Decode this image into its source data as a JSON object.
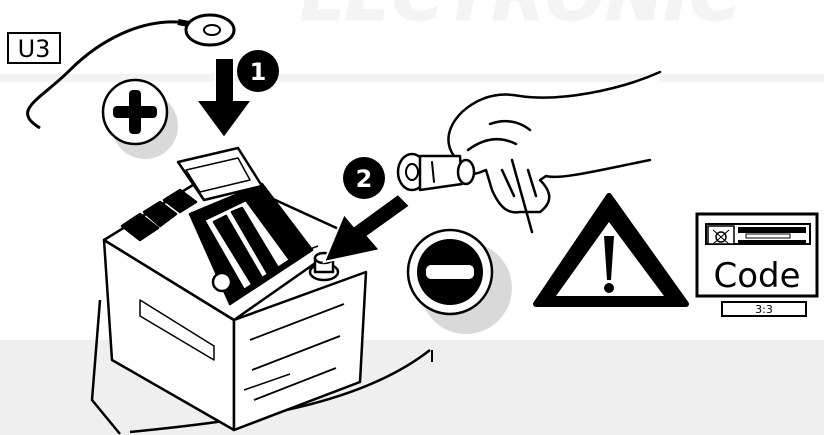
{
  "figure": {
    "step_label": "U3",
    "steps": [
      {
        "number": "1",
        "terminal": "plus-icon"
      },
      {
        "number": "2",
        "terminal": "minus-icon"
      }
    ],
    "warning_icon": "warning-triangle-icon",
    "radio": {
      "icon": "car-radio-icon",
      "code_label": "Code",
      "page_ref": "3:3"
    },
    "colors": {
      "ink": "#000000",
      "paper": "#ffffff",
      "shadow": "#d9d9d9",
      "band": "#efefef"
    }
  }
}
